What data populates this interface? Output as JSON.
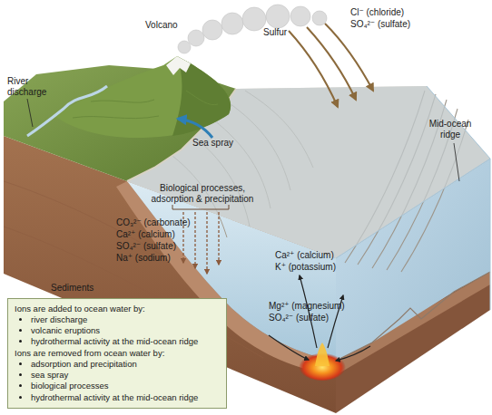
{
  "diagram": {
    "nodes": [
      {
        "text": [
          "Ions are added to ocean water by:",
          "river discharge",
          "volcanic eruptions",
          "hydrothermal activity at the mid-ocean ridge",
          "Ions are removed from ocean water by:",
          "adsorption and precipitation",
          "sea spray",
          "biological processes",
          "hydrothermal activity at the mid-ocean ridge"
        ]
      }
    ],
    "labels": [
      "Volcano",
      "River discharge",
      "Sea spray",
      "Sulfur",
      "Cl⁻ (chloride)",
      "SO₄²⁻ (sulfate)",
      "Mid-ocean ridge",
      "Biological processes, adsorption & precipitation",
      "CO₃²⁻ (carbonate)",
      "Ca²⁺ (calcium)",
      "SO₄²⁻ (sulfate)",
      "Na⁺ (sodium)",
      "Ca²⁺ (calcium)",
      "K⁺ (potassium)",
      "Mg²⁺ (magnesium)",
      "SO₄²⁻ (sulfate)",
      "Sediments"
    ]
  }
}
